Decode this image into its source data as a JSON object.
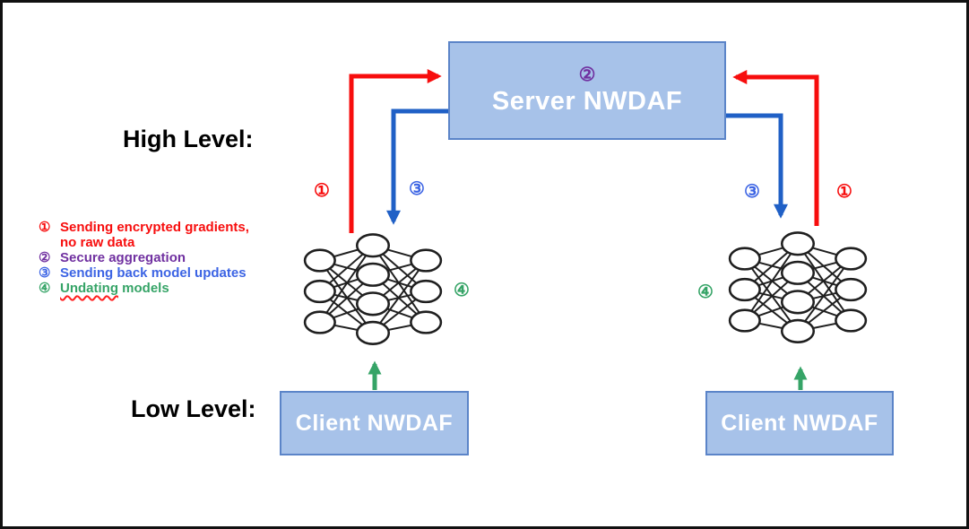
{
  "colors": {
    "red": "#f70d0d",
    "purple": "#7030a0",
    "blue_arrow": "#2060c6",
    "blue_text": "#3c64e4",
    "green": "#36a467",
    "box_fill": "#a7c2e9",
    "box_border": "#5b84c8"
  },
  "labels": {
    "high_level": "High Level:",
    "low_level": "Low Level:"
  },
  "server": {
    "title": "Server NWDAF"
  },
  "clients": {
    "left_label": "Client NWDAF",
    "right_label": "Client NWDAF"
  },
  "legend": {
    "items": [
      {
        "num": "①",
        "text_line1": "Sending encrypted gradients,",
        "text_line2": "no raw data"
      },
      {
        "num": "②",
        "text": "Secure aggregation"
      },
      {
        "num": "③",
        "text": "Sending back model updates"
      },
      {
        "num": "④",
        "misspelled_word": "Undating",
        "rest": " models"
      }
    ]
  },
  "flow_markers": {
    "server_purple": "②",
    "left_red": "①",
    "left_blue": "③",
    "right_blue": "③",
    "right_red": "①",
    "left_green": "④",
    "right_green": "④"
  }
}
